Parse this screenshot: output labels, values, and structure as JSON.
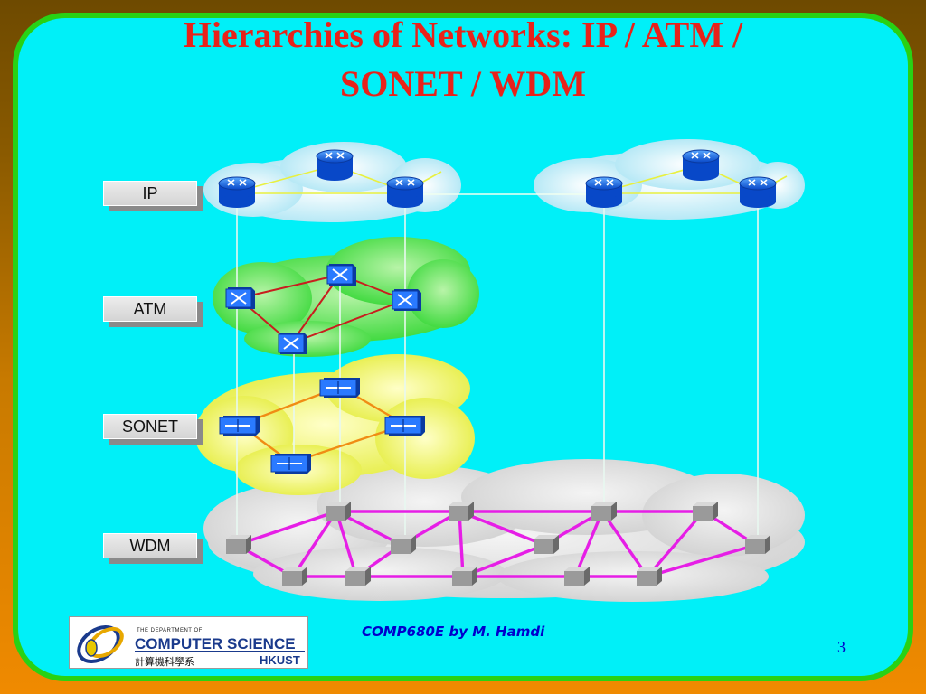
{
  "title": {
    "line1": "Hierarchies of Networks: IP / ATM /",
    "line2": "SONET / WDM"
  },
  "layers": [
    {
      "id": "ip",
      "label": "IP"
    },
    {
      "id": "atm",
      "label": "ATM"
    },
    {
      "id": "sonet",
      "label": "SONET"
    },
    {
      "id": "wdm",
      "label": "WDM"
    }
  ],
  "footer": {
    "course": "COMP680E by M. Hamdi",
    "page": "3"
  },
  "logo": {
    "dept_small": "THE DEPARTMENT OF",
    "name": "COMPUTER SCIENCE",
    "chinese": "計算機科學系",
    "school": "HKUST"
  },
  "colors": {
    "ip_link": "#e8f040",
    "atm_link": "#c81e1e",
    "sonet_link": "#f08c14",
    "wdm_link": "#e61ee6",
    "atm_cloud": "#44d844",
    "sonet_cloud": "#ecf050",
    "ip_cloud": "#c8eef8",
    "wdm_cloud": "#dcdcdc"
  }
}
